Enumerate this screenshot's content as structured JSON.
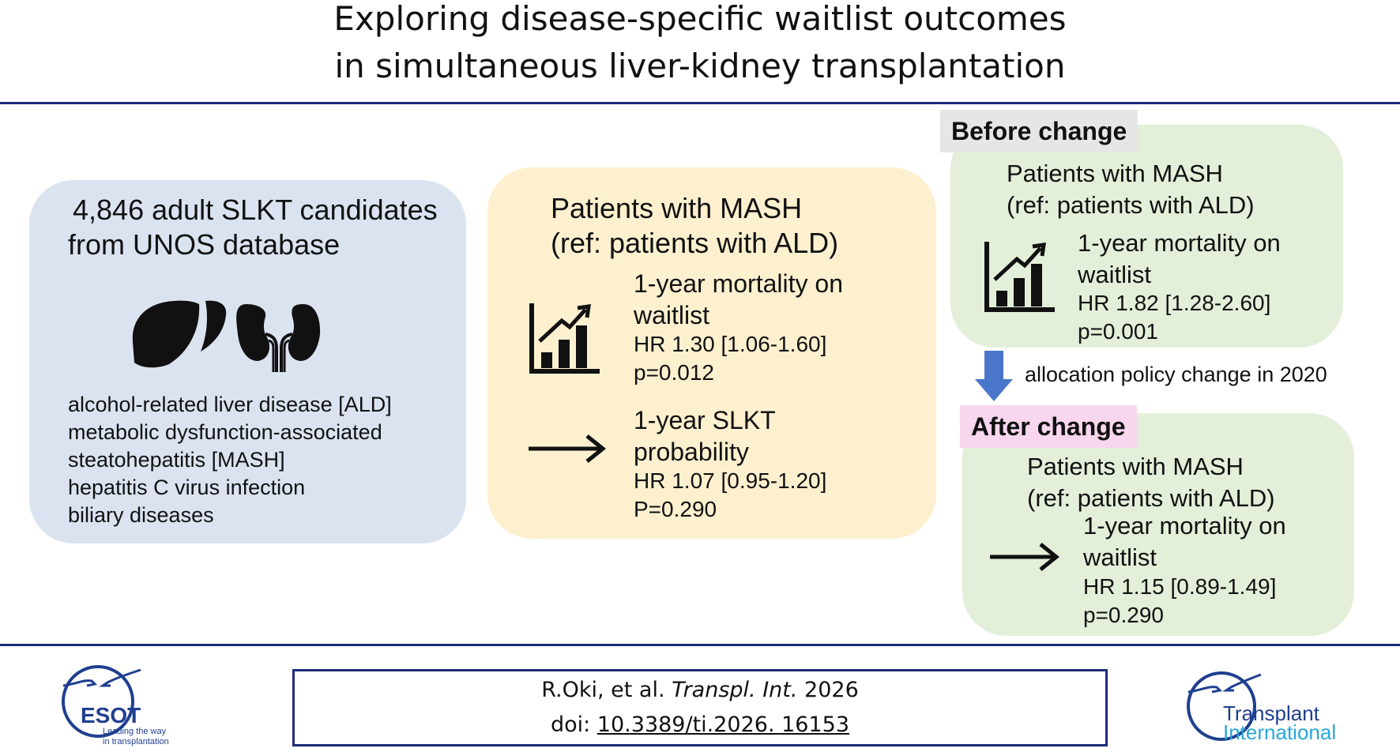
{
  "title": {
    "line1": "Exploring disease-specific waitlist outcomes",
    "line2": "in simultaneous liver-kidney transplantation"
  },
  "cohort": {
    "heading_line1": "4,846 adult SLKT candidates",
    "heading_line2": "from UNOS database",
    "icon": "liver-kidney-icon",
    "diseases": [
      "alcohol-related liver disease [ALD]",
      "metabolic dysfunction-associated",
      "steatohepatitis [MASH]",
      "hepatitis C virus infection",
      "biliary diseases"
    ]
  },
  "overall": {
    "heading_line1": "Patients with MASH",
    "heading_line2": "(ref: patients with ALD)",
    "mortality": {
      "label_line1": "1-year mortality on",
      "label_line2": "waitlist",
      "hr": "HR 1.30 [1.06-1.60]",
      "p": "p=0.012",
      "icon": "increasing-chart-icon"
    },
    "slkt": {
      "label_line1": "1-year SLKT",
      "label_line2": "probability",
      "hr": "HR 1.07 [0.95-1.20]",
      "p": "P=0.290",
      "icon": "right-arrow-icon"
    }
  },
  "before": {
    "tag": "Before change",
    "heading_line1": "Patients with MASH",
    "heading_line2": "(ref: patients with ALD)",
    "label_line1": "1-year mortality on",
    "label_line2": "waitlist",
    "hr": "HR 1.82 [1.28-2.60]",
    "p": "p=0.001",
    "icon": "increasing-chart-icon"
  },
  "policy_change": "allocation policy change in 2020",
  "after": {
    "tag": "After change",
    "heading_line1": "Patients with MASH",
    "heading_line2": "(ref: patients with ALD)",
    "label_line1": "1-year mortality on",
    "label_line2": "waitlist",
    "hr": "HR 1.15 [0.89-1.49]",
    "p": "p=0.290",
    "icon": "right-arrow-icon"
  },
  "citation": {
    "authors": "R.Oki, et al.",
    "journal": "Transpl. Int.",
    "year": "2026",
    "doi_prefix": "doi:",
    "doi": "10.3389/ti.2026. 16153"
  },
  "logos": {
    "esot_name": "ESOT",
    "esot_tagline_line1": "Leading the way",
    "esot_tagline_line2": "in transplantation",
    "ti_line1": "Transplant",
    "ti_line2": "International"
  },
  "colors": {
    "rule": "#1f2a7a",
    "cohort_panel": "#dbe3f1",
    "overall_panel": "#fdf0cf",
    "period_panel": "#e4efd9",
    "before_tag": "#e6e6e6",
    "after_tag": "#f7d6ee",
    "policy_arrow": "#4a76c9",
    "logo_blue": "#1f3f8f",
    "logo_light_blue": "#2aa7d8"
  }
}
